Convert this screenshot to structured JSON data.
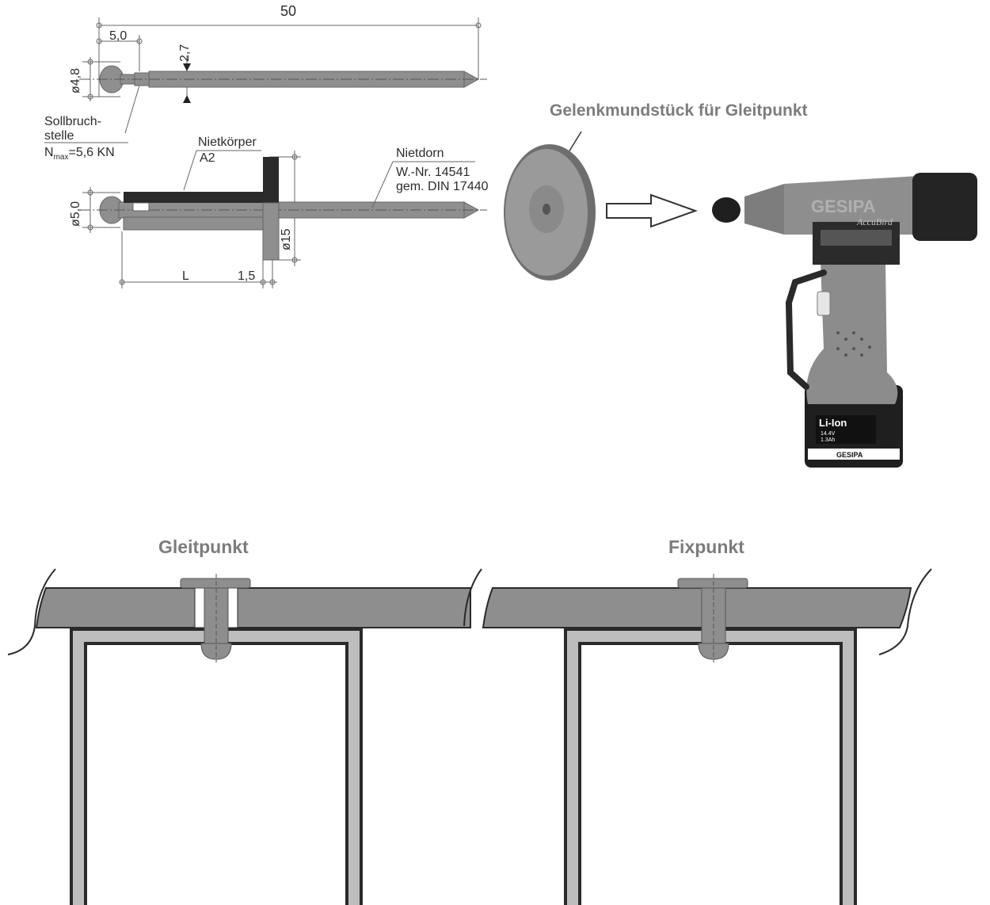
{
  "drawing": {
    "dim_total": "50",
    "dim_head_length": "5,0",
    "dim_mandrel": "2,7",
    "dim_head_dia_top": "ø4,8",
    "dim_head_dia_bottom": "ø5,0",
    "dim_flange": "ø15",
    "dim_L": "L",
    "dim_flange_thickness": "1,5",
    "break_point_line1": "Sollbruch-",
    "break_point_line2": "stelle",
    "nmax_prefix": "N",
    "nmax_sub": "max",
    "nmax_value": "=5,6 KN",
    "rivet_body_label": "Nietkörper",
    "rivet_body_material": "A2",
    "mandrel_label": "Nietdorn",
    "mandrel_spec1": "W.-Nr. 14541",
    "mandrel_spec2": "gem. DIN 17440"
  },
  "tool": {
    "nozzle_title": "Gelenkmundstück für Gleitpunkt",
    "brand": "GESIPA",
    "model": "AccuBird",
    "battery_type": "Li-Ion",
    "battery_voltage": "14.4V",
    "battery_capacity": "1.3Ah",
    "battery_brand": "GESIPA"
  },
  "sections": {
    "left_title": "Gleitpunkt",
    "right_title": "Fixpunkt"
  },
  "colors": {
    "metal": "#8f8f8f",
    "dark": "#2a2a2a",
    "frame": "#b9b9b9",
    "label": "#7c7c7c"
  }
}
